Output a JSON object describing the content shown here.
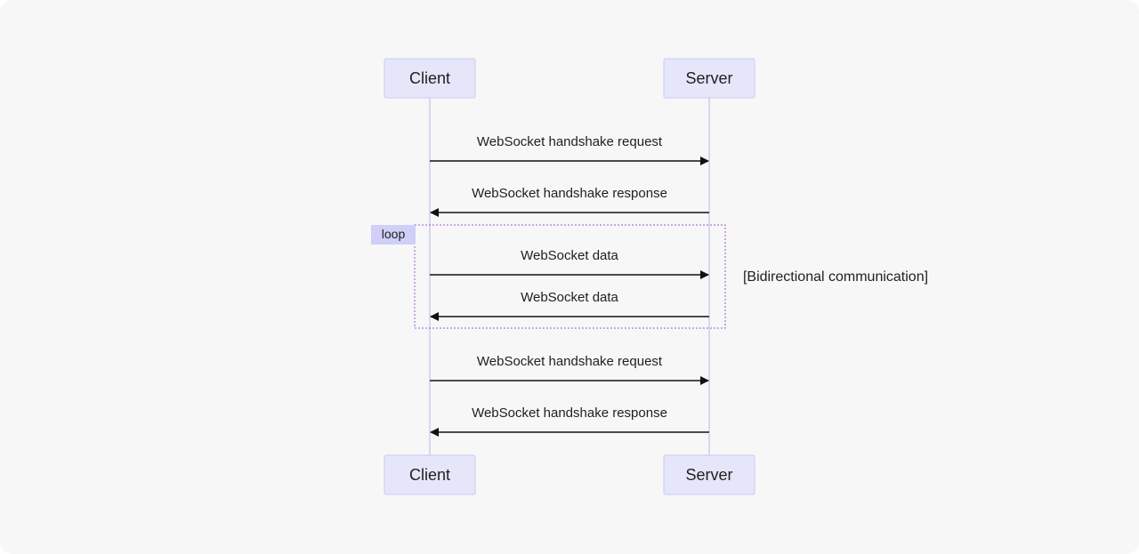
{
  "diagram": {
    "type": "sequence",
    "colors": {
      "background": "#f7f7f7",
      "actor_fill": "#e6e6fb",
      "actor_stroke": "#c9c9f2",
      "lifeline": "#c4c4f0",
      "message_line": "#111111",
      "loop_border": "#9b59d0",
      "loop_label_fill": "#cfcff7",
      "text": "#1f1f1f"
    },
    "actors": [
      {
        "id": "client",
        "label": "Client"
      },
      {
        "id": "server",
        "label": "Server"
      }
    ],
    "messages": [
      {
        "from": "client",
        "to": "server",
        "label": "WebSocket handshake request"
      },
      {
        "from": "server",
        "to": "client",
        "label": "WebSocket handshake response"
      },
      {
        "from": "client",
        "to": "server",
        "label": "WebSocket data"
      },
      {
        "from": "server",
        "to": "client",
        "label": "WebSocket data"
      },
      {
        "from": "client",
        "to": "server",
        "label": "WebSocket handshake request"
      },
      {
        "from": "server",
        "to": "client",
        "label": "WebSocket handshake response"
      }
    ],
    "loop": {
      "label": "loop",
      "condition": "[Bidirectional communication]",
      "first_message": 2,
      "last_message": 3
    }
  }
}
